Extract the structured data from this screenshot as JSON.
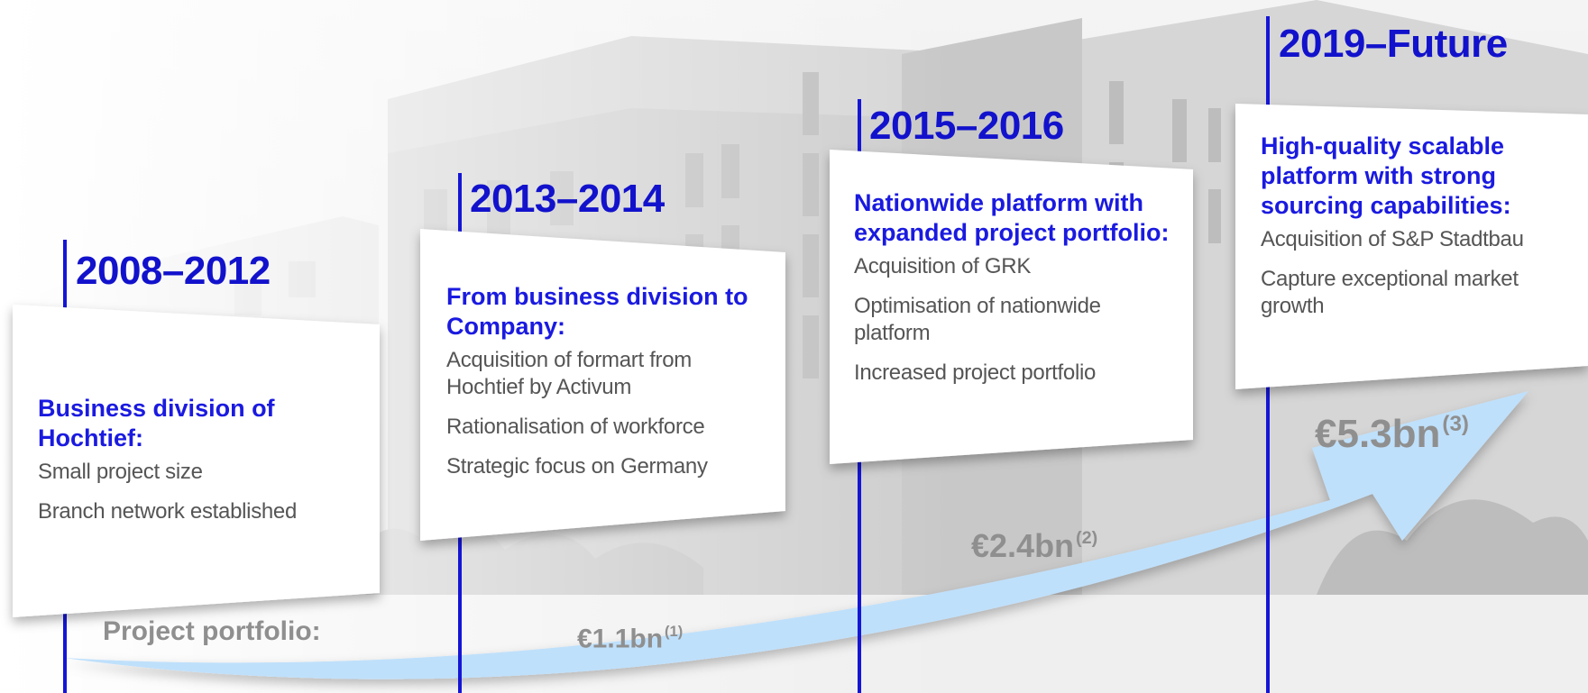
{
  "eras": [
    {
      "period": "2008–2012",
      "heading": "Business division of Hochtief:",
      "items": [
        "Small project size",
        "Branch network established"
      ]
    },
    {
      "period": "2013–2014",
      "heading": "From business division to Company:",
      "items": [
        "Acquisition of formart from Hochtief by Activum",
        "Rationalisation of workforce",
        "Strategic focus on Germany"
      ]
    },
    {
      "period": "2015–2016",
      "heading": "Nationwide platform with expanded project portfolio:",
      "items": [
        "Acquisition of GRK",
        "Optimisation of nationwide platform",
        "Increased project portfolio"
      ]
    },
    {
      "period": "2019–Future",
      "heading": "High-quality scalable platform with strong sourcing capabilities:",
      "items": [
        "Acquisition of S&P Stadtbau",
        "Capture exceptional market growth"
      ]
    }
  ],
  "portfolio": {
    "label": "Project portfolio:",
    "values": [
      {
        "amount": "€1.1bn",
        "note": "(1)"
      },
      {
        "amount": "€2.4bn",
        "note": "(2)"
      },
      {
        "amount": "€5.3bn",
        "note": "(3)"
      }
    ]
  },
  "colors": {
    "accent_blue": "#1212cc",
    "arrow_fill": "#bfe0fb",
    "value_grey": "#8f8f8f",
    "body_grey": "#555555"
  }
}
